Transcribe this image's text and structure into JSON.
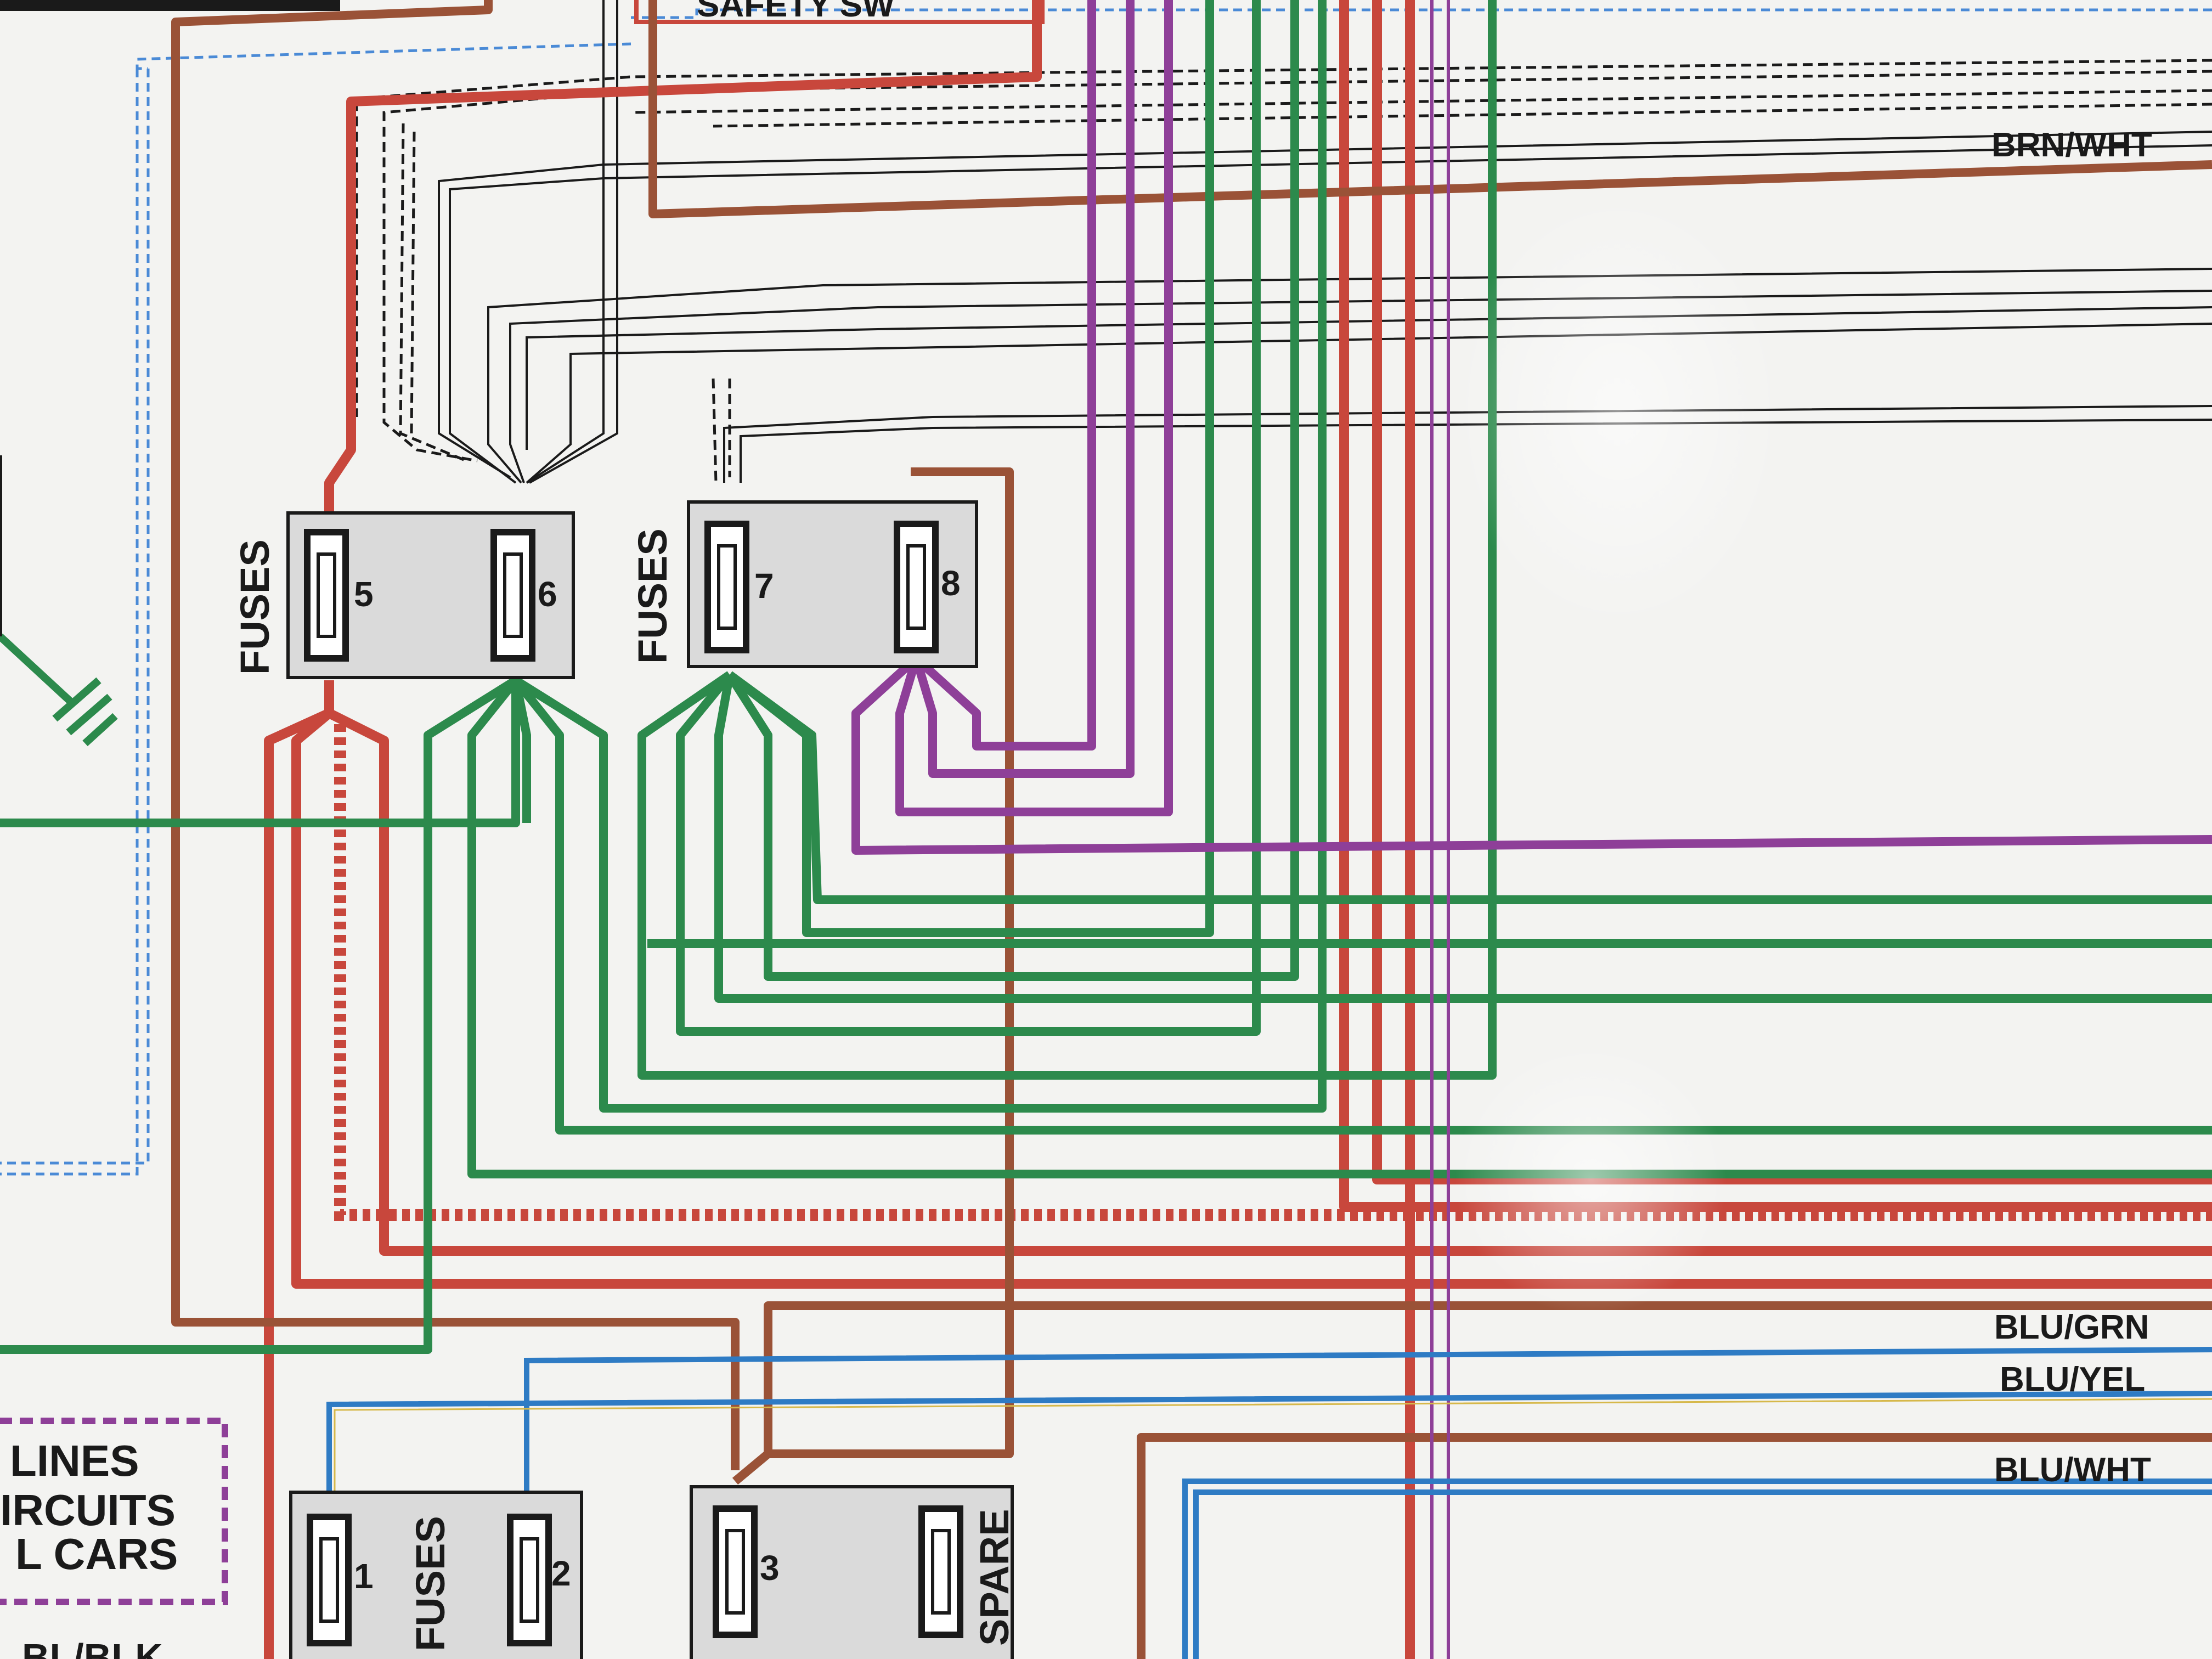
{
  "header_box": {
    "text": "SAFETY SW"
  },
  "fuse_blocks": {
    "top_left": {
      "label": "FUSES",
      "fuses": [
        "5",
        "6"
      ]
    },
    "top_right": {
      "label": "FUSES",
      "fuses": [
        "7",
        "8"
      ]
    },
    "bottom_left": {
      "label": "FUSES",
      "fuses": [
        "1",
        "2"
      ]
    },
    "bottom_right": {
      "fuses": [
        "3"
      ],
      "spare_label": "SPARE"
    }
  },
  "wire_labels": {
    "brn_wht": "BRN/WHT",
    "blu_grn": "BLU/GRN",
    "blu_yel": "BLU/YEL",
    "blu_wht": "BLU/WHT"
  },
  "legend": {
    "lines": [
      "LINES",
      "IRCUITS",
      "L CARS"
    ],
    "bottom_partial": "BL/BLK"
  },
  "colors": {
    "red": "#c8473c",
    "brown": "#9a5237",
    "green": "#2c8a4c",
    "purple": "#8e3f98",
    "blue": "#2e7bc4",
    "black": "#1a1a1a",
    "dashed_blue": "#4a8ad6",
    "legend_border": "#8e3f98",
    "fuse_box_fill": "#dadada"
  }
}
